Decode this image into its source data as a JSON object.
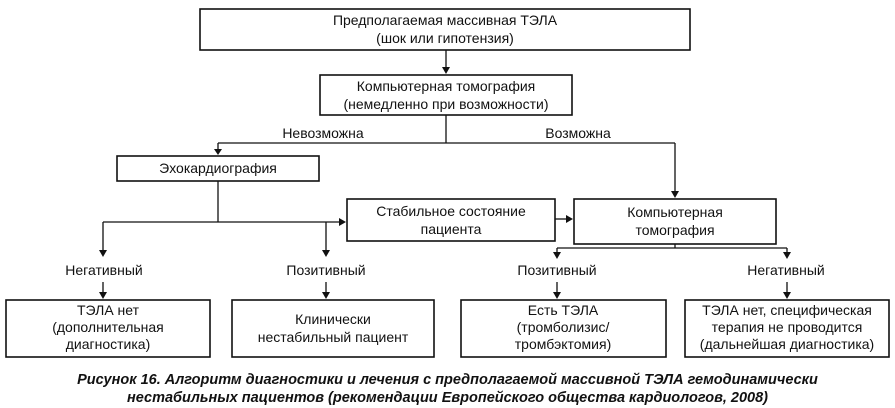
{
  "nodes": {
    "suspected_pe": [
      "Предполагаемая массивная ТЭЛА",
      "(шок или гипотензия)"
    ],
    "ct_top": [
      "Компьютерная томография",
      "(немедленно при возможности)"
    ],
    "echo": [
      "Эхокардиография"
    ],
    "stable": [
      "Стабильное состояние",
      "пациента"
    ],
    "ct_right": [
      "Компьютерная",
      "томография"
    ],
    "no_pe_1": [
      "ТЭЛА нет",
      "(дополнительная",
      "диагностика)"
    ],
    "unstable": [
      "Клинически",
      "нестабильный пациент"
    ],
    "pe_yes": [
      "Есть ТЭЛА",
      "(тромболизис/",
      "тромбэктомия)"
    ],
    "no_pe_2": [
      "ТЭЛА нет, специфическая",
      "терапия не проводится",
      "(дальнейшая диагностика)"
    ]
  },
  "edge_labels": {
    "impossible": "Невозможна",
    "possible": "Возможна",
    "negative_left": "Негативный",
    "positive_left": "Позитивный",
    "positive_right": "Позитивный",
    "negative_right": "Негативный"
  },
  "caption": {
    "line1": "Рисунок 16. Алгоритм диагностики и лечения с предполагаемой массивной ТЭЛА гемодинамически",
    "line2": "нестабильных пациентов (рекомендации Европейского общества кардиологов, 2008)"
  }
}
